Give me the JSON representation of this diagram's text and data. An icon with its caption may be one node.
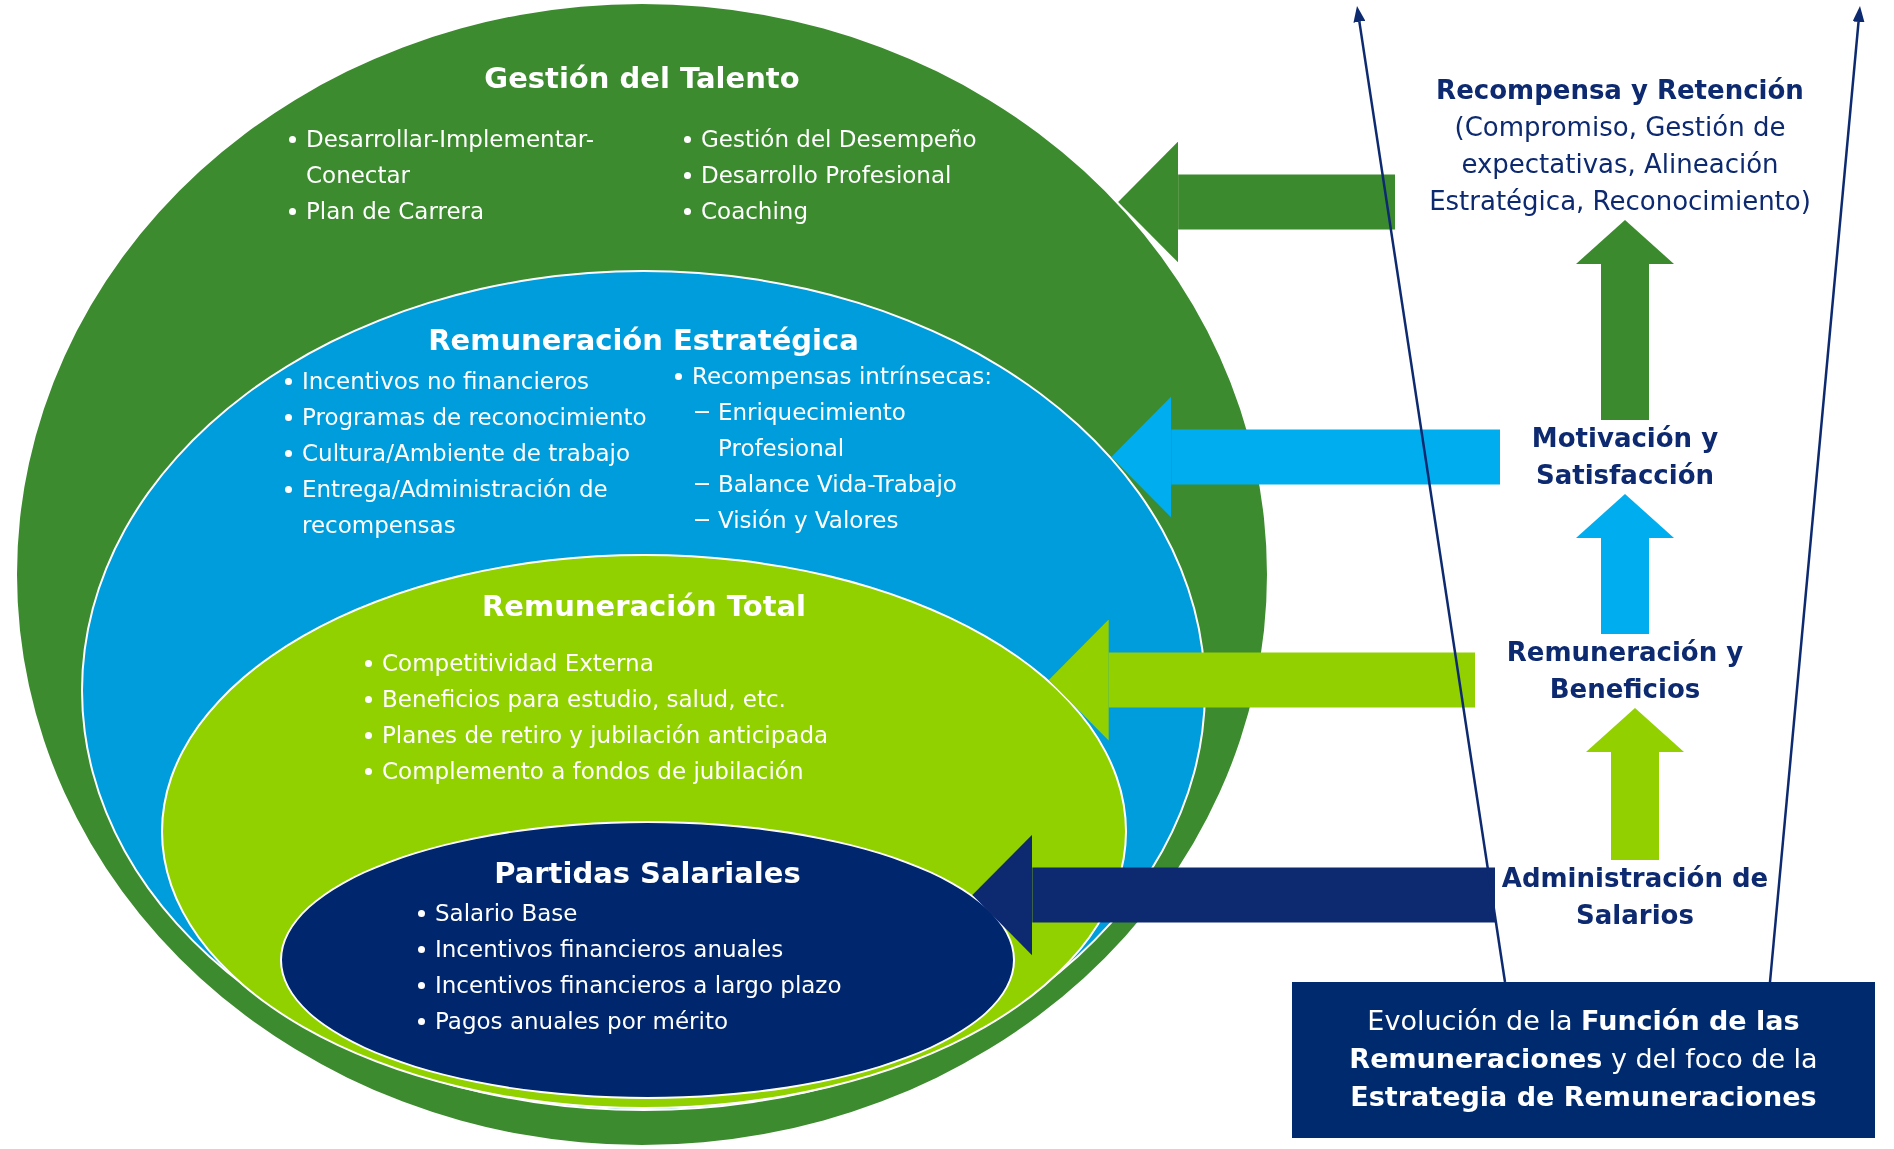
{
  "diagram": {
    "nodes": [
      {
        "text": [
          "Gestión del Talento",
          "Desarrollar-Implementar-Conectar",
          "Plan de Carrera",
          "Gestión del Desempeño",
          "Desarrollo Profesional",
          "Coaching"
        ]
      },
      {
        "text": [
          "Remuneración Estratégica",
          "Incentivos no financieros",
          "Programas de reconocimiento",
          "Cultura/Ambiente de trabajo",
          "Entrega/Administración de recompensas",
          "Recompensas intrínsecas:",
          "Enriquecimiento Profesional",
          "Balance Vida-Trabajo",
          "Visión y Valores"
        ],
        "in": 0
      },
      {
        "text": [
          "Remuneración Total",
          "Competitividad Externa",
          "Beneficios para estudio, salud, etc.",
          "Planes de retiro y jubilación  anticipada",
          "Complemento a fondos de jubilación"
        ],
        "in": 1
      },
      {
        "text": [
          "Partidas Salariales",
          "Salario Base",
          "Incentivos financieros anuales",
          "Incentivos financieros a largo plazo",
          "Pagos anuales por mérito"
        ],
        "in": 2
      },
      {
        "text": [
          "Recompensa y Retención",
          "(Compromiso, Gestión de expectativas,  Alineación Estratégica, Reconocimiento)"
        ]
      },
      {
        "text": [
          "Motivación y Satisfacción"
        ]
      },
      {
        "text": [
          "Remuneración y Beneficios"
        ]
      },
      {
        "text": [
          "Administración de Salarios"
        ]
      },
      {
        "text": [
          "Evolución de la **Función de  las Remuneraciones** y del foco de la **Estrategia de Remuneraciones**"
        ]
      }
    ],
    "edges": [
      {
        "from": 7,
        "to": 6,
        "arrow": "to",
        "color": "#92d000"
      },
      {
        "from": 6,
        "to": 5,
        "arrow": "to",
        "color": "#00aeef"
      },
      {
        "from": 5,
        "to": 4,
        "arrow": "to",
        "color": "#3c8a2e"
      },
      {
        "from": 4,
        "to": 0,
        "arrow": "to",
        "color": "#3c8a2e"
      },
      {
        "from": 5,
        "to": 1,
        "arrow": "to",
        "color": "#00aeef"
      },
      {
        "from": 6,
        "to": 2,
        "arrow": "to",
        "color": "#92d000"
      },
      {
        "from": 7,
        "to": 3,
        "arrow": "to"
      },
      {
        "from": 8,
        "to": null,
        "arrow": "to"
      },
      {
        "from": 8,
        "to": null,
        "arrow": "to"
      }
    ]
  }
}
